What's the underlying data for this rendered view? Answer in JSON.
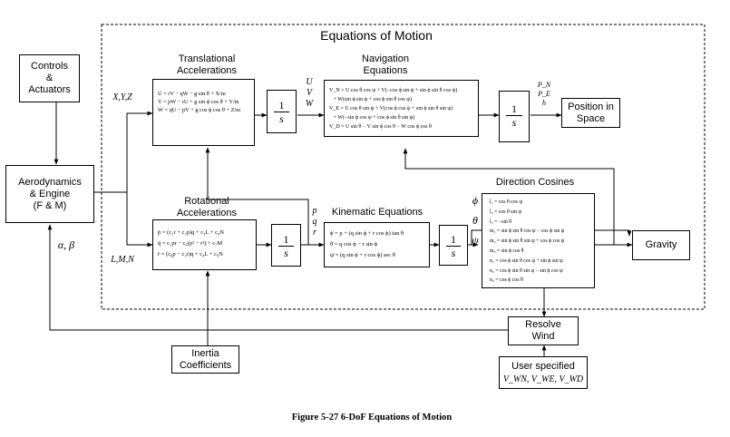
{
  "title": "Equations of Motion",
  "blocks": {
    "controls": "Controls\n&\nActuators",
    "aero": "Aerodynamics\n& Engine\n(F & M)",
    "position": "Position in\nSpace",
    "gravity": "Gravity",
    "inertia": "Inertia\nCoefficients",
    "resolve": "Resolve\nWind",
    "user_line1": "User specified",
    "user_line2": "V_WN, V_WE, V_WD"
  },
  "section_labels": {
    "translational": "Translational\nAccelerations",
    "navigation": "Navigation\nEquations",
    "rotational": "Rotational\nAccelerations",
    "kinematic": "Kinematic Equations",
    "direction_cosines": "Direction Cosines"
  },
  "signals": {
    "xyz": "X,Y,Z",
    "lmn": "L,M,N",
    "alpha_beta": "α, β",
    "uvw": "U\nV\nW",
    "pqr": "p\nq\nr",
    "angles": "ϕ\nθ\nψ",
    "pn_pe_h": "P_N\nP_E\nh"
  },
  "integrator": {
    "numerator": "1",
    "denominator": "s"
  },
  "equations": {
    "translational": "U̇ = rV − qW − g sin θ + X/m\nV̇ = pW − rU + g sin ϕ cos θ + Y/m\nẆ = qU − pV + g cos ϕ cos θ + Z/m",
    "navigation": "V_N = U cos θ cos ψ + V(−cos ϕ sin ψ + sin ϕ sin θ cos ψ)\n   + W(sin ϕ sin ψ + cos ϕ sin θ cos ψ)\nV_E = U cos θ sin ψ + V(cos ϕ cos ψ + sin ϕ sin θ sin ψ)\n   + W(−sin ϕ cos ψ + cos ϕ sin θ sin ψ)\nV_D = U sin θ − V sin ϕ cos θ − W cos ϕ cos θ",
    "rotational": "ṗ = (c₁r + c₂p)q + c₃L + c₄N\nq̇ = c₅pr − c₆(p² − r²) + c₇M\nṙ = (c₈p − c₂r)q + c₄L + c₉N",
    "kinematic": "ϕ̇ = p + (q sin ϕ + r cos ϕ) tan θ\nθ̇ = q cos ϕ − r sin ϕ\nψ̇ = (q sin ϕ + r cos ϕ) sec θ",
    "direction_cosines": "l₁ = cos θ cos ψ\nl₂ = cos θ sin ψ\nl₃ = −sin θ\nm₁ = sin ϕ sin θ cos ψ − cos ϕ sin ψ\nm₂ = sin ϕ sin θ sin ψ + cos ϕ cos ψ\nm₃ = sin ϕ cos θ\nn₁ = cos ϕ sin θ cos ψ + sin ϕ sin ψ\nn₂ = cos ϕ sin θ sin ψ − sin ϕ cos ψ\nn₃ = cos ϕ cos θ"
  },
  "caption": "Figure 5-27 6-DoF Equations of Motion"
}
